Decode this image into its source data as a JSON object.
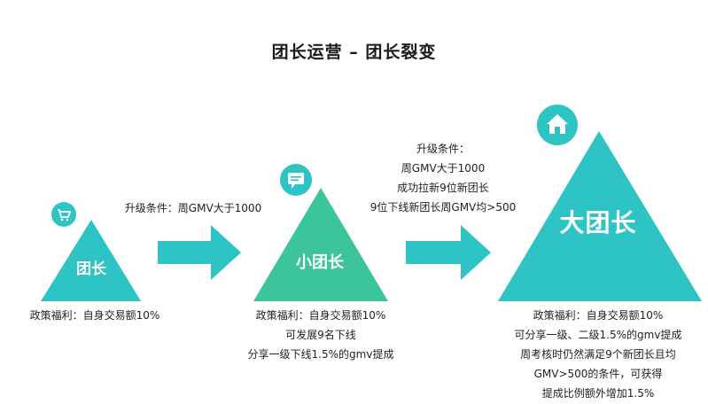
{
  "title": "团长运营 – 团长裂变",
  "tiers": [
    {
      "name": "团长",
      "icon": "shopping-cart-icon",
      "color": "#2ec4c6"
    },
    {
      "name": "小团长",
      "icon": "chat-bubble-icon",
      "color": "#3cc49a"
    },
    {
      "name": "大团长",
      "icon": "home-icon",
      "color": "#2ec4c6"
    }
  ],
  "conditions": [
    {
      "lines": [
        "升级条件：周GMV大于1000"
      ]
    },
    {
      "lines": [
        "升级条件：",
        "周GMV大于1000",
        "成功拉新9位新团长",
        "9位下线新团长周GMV均>500"
      ]
    }
  ],
  "benefits": [
    {
      "lines": [
        "政策福利：自身交易额10%"
      ]
    },
    {
      "lines": [
        "政策福利：自身交易额10%",
        "可发展9名下线",
        "分享一级下线1.5%的gmv提成"
      ]
    },
    {
      "lines": [
        "政策福利：自身交易额10%",
        "可分享一级、二级1.5%的gmv提成",
        "周考核时仍然满足9个新团长且均",
        "GMV>500的条件，可获得",
        "提成比例额外增加1.5%"
      ]
    }
  ],
  "colors": {
    "teal": "#2ec4c6",
    "green": "#3cc49a",
    "arrow": "#2ec4c6"
  }
}
